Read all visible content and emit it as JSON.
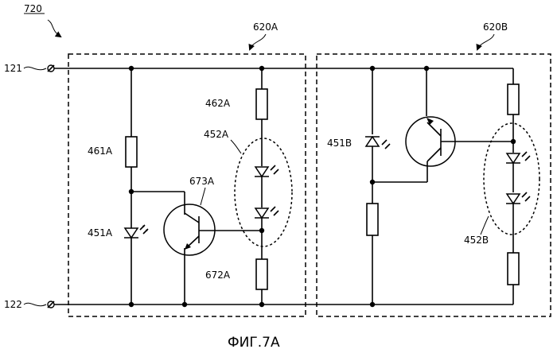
{
  "figure": {
    "ref_main": "720",
    "caption": "ФИГ.7А"
  },
  "terminals": {
    "top": "121",
    "bottom": "122"
  },
  "block_a": {
    "label": "620A",
    "resistor_top_left": "461A",
    "led_left": "451A",
    "transistor": "673A",
    "resistor_top_right": "462A",
    "led_group": "452A",
    "resistor_bottom_right": "672A"
  },
  "block_b": {
    "label": "620B",
    "led_left": "451B",
    "led_group": "452B"
  }
}
